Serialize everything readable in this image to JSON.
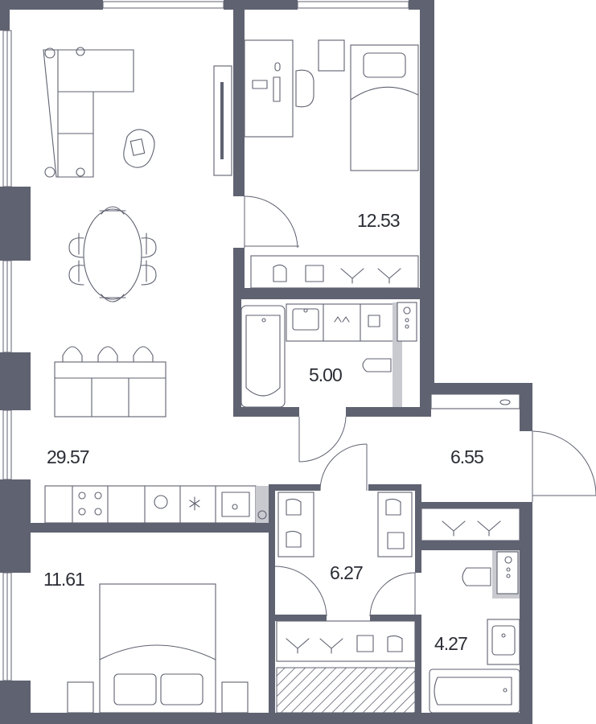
{
  "rooms": [
    {
      "id": "living-kitchen",
      "area": "29.57"
    },
    {
      "id": "bedroom-top",
      "area": "12.53"
    },
    {
      "id": "bathroom-top",
      "area": "5.00"
    },
    {
      "id": "entrance-hall",
      "area": "6.55"
    },
    {
      "id": "bedroom-bottom",
      "area": "11.61"
    },
    {
      "id": "corridor",
      "area": "6.27"
    },
    {
      "id": "bathroom-bottom",
      "area": "4.27"
    }
  ],
  "colors": {
    "wall": "#5f6270",
    "background": "#ffffff",
    "hatch": "#5f6270"
  }
}
